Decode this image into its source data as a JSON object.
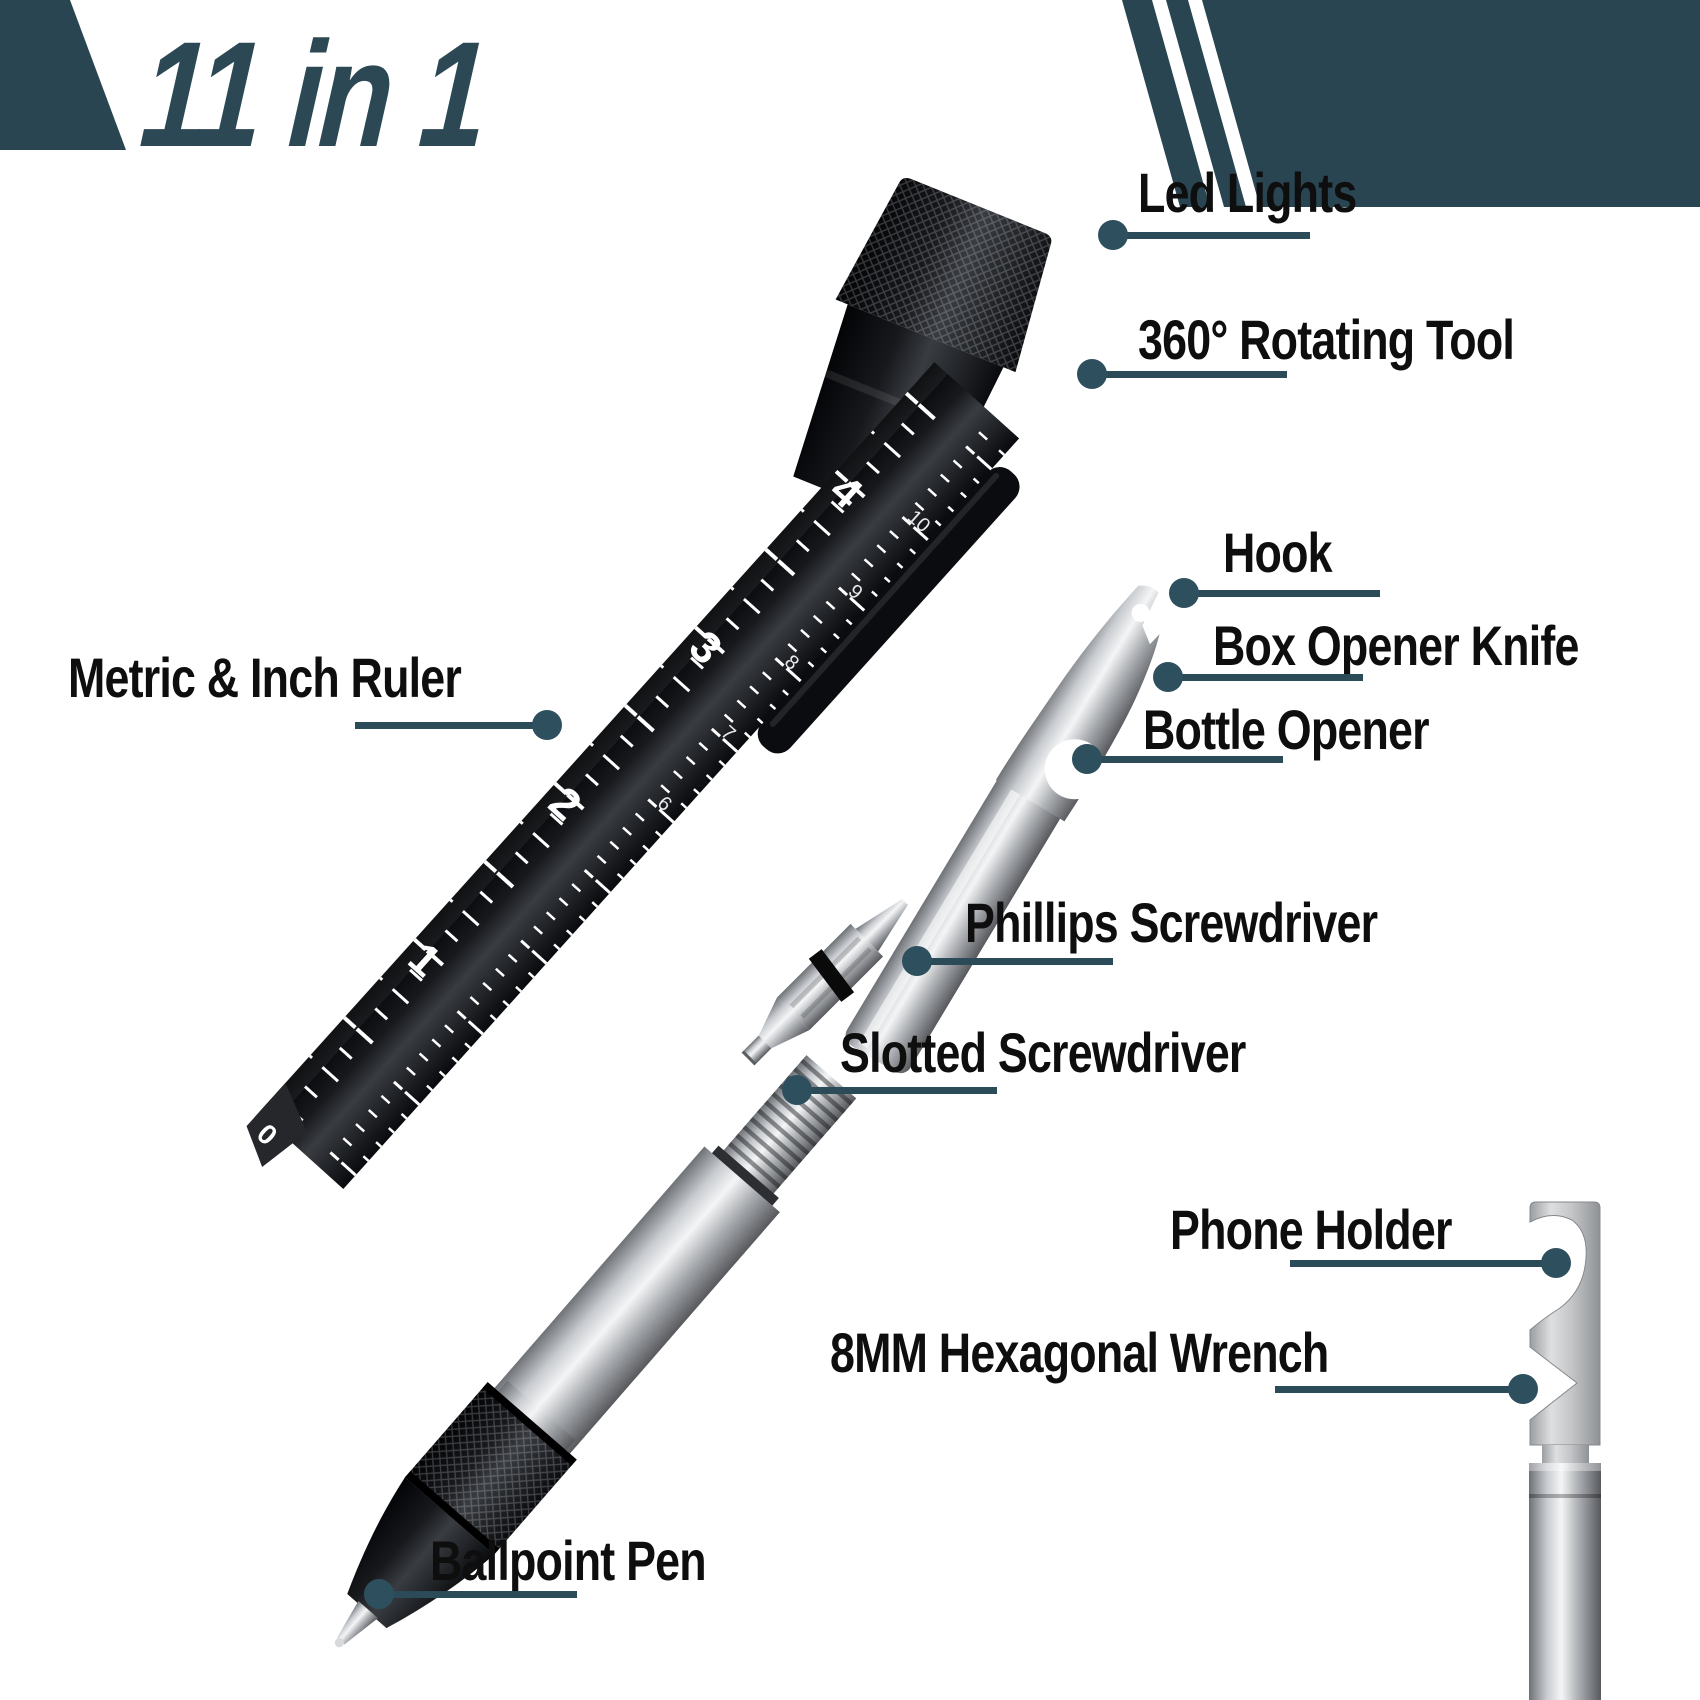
{
  "title": "11 in 1",
  "colors": {
    "accent_shape": "#294551",
    "callout_line": "#2b4b59",
    "callout_dot": "#2e4f5d",
    "label_ink": "#0e0e0e"
  },
  "callouts": {
    "led_lights": "Led Lights",
    "rotating_tool": "360° Rotating Tool",
    "hook": "Hook",
    "box_opener_knife": "Box Opener Knife",
    "bottle_opener": "Bottle Opener",
    "metric_inch_ruler": "Metric & Inch Ruler",
    "phillips_screwdriver": "Phillips Screwdriver",
    "slotted_screwdriver": "Slotted Screwdriver",
    "phone_holder": "Phone Holder",
    "hex_wrench": "8MM Hexagonal Wrench",
    "ballpoint_pen": "Ballpoint Pen"
  },
  "ruler": {
    "inch": [
      "4",
      "3",
      "2",
      "1"
    ],
    "end": "0",
    "cm": [
      "10",
      "9",
      "8",
      "7",
      "6"
    ]
  }
}
